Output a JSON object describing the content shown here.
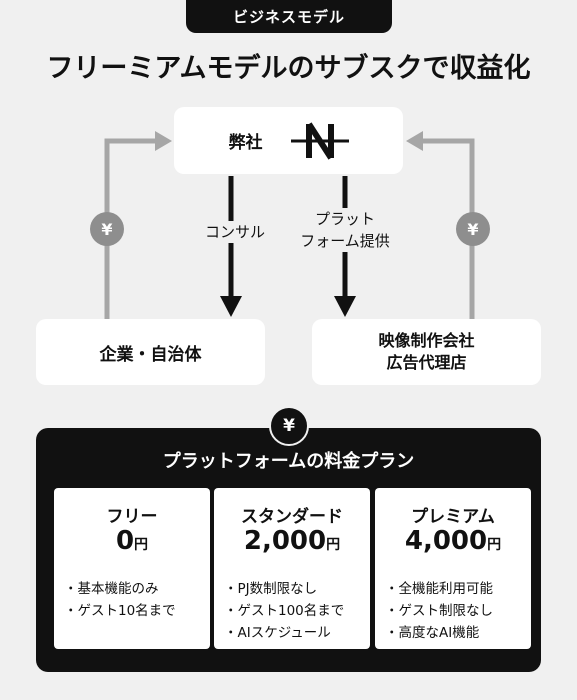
{
  "header": {
    "tag": "ビジネスモデル",
    "title": "フリーミアムモデルのサブスクで収益化"
  },
  "diagram": {
    "company_label": "弊社",
    "logo_icon": "n-strikethrough-logo",
    "left_node": "企業・自治体",
    "right_node_lines": [
      "映像制作会社",
      "広告代理店"
    ],
    "flow_consult": "コンサル",
    "flow_platform_lines": [
      "プラット",
      "フォーム提供"
    ],
    "payment_symbol": "¥",
    "arrow_color_gray": "#a6a6a6",
    "arrow_color_black": "#111111"
  },
  "plans": {
    "title": "プラットフォームの料金プラン",
    "symbol": "¥",
    "items": [
      {
        "name": "フリー",
        "price": "0",
        "unit": "円",
        "features": [
          "・基本機能のみ",
          "・ゲスト10名まで"
        ]
      },
      {
        "name": "スタンダード",
        "price": "2,000",
        "unit": "円",
        "features": [
          "・PJ数制限なし",
          "・ゲスト100名まで",
          "・AIスケジュール"
        ]
      },
      {
        "name": "プレミアム",
        "price": "4,000",
        "unit": "円",
        "features": [
          "・全機能利用可能",
          "・ゲスト制限なし",
          "・高度なAI機能"
        ]
      }
    ]
  }
}
